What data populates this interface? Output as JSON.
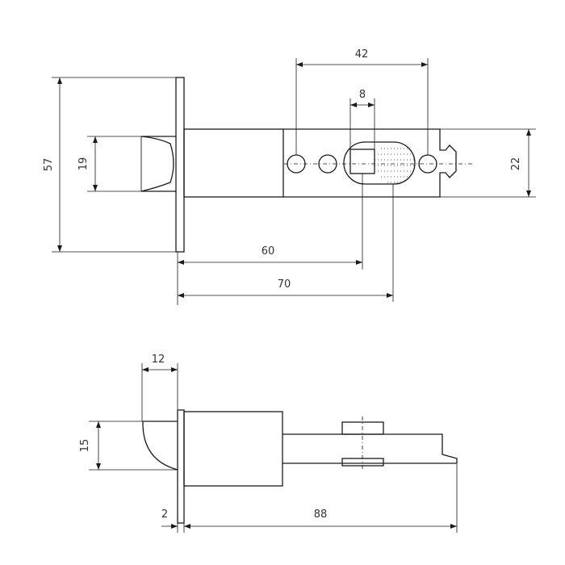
{
  "dimensions": {
    "d42": "42",
    "d8": "8",
    "d57": "57",
    "d19": "19",
    "d22": "22",
    "d60": "60",
    "d70": "70",
    "d12": "12",
    "d15": "15",
    "d2": "2",
    "d88": "88"
  },
  "colors": {
    "line": "#1a1a1a",
    "text": "#333333",
    "background": "#ffffff"
  }
}
